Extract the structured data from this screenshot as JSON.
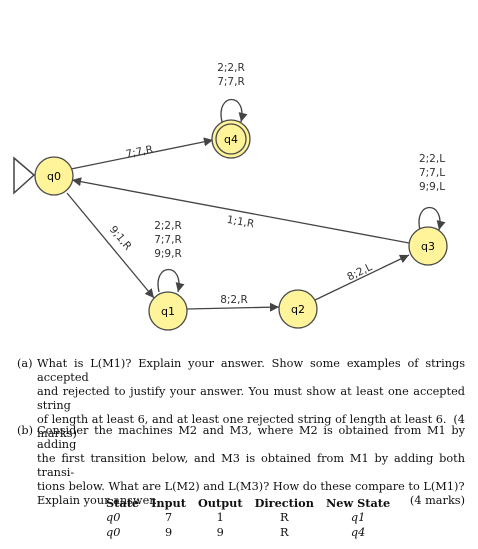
{
  "states": {
    "q0": "q0",
    "q1": "q1",
    "q2": "q2",
    "q3": "q3",
    "q4": "q4"
  },
  "edges": {
    "q0_q4": "7;7,R",
    "q4_loop": [
      "2;2,R",
      "7;7,R"
    ],
    "q0_q1": "9;1,R",
    "q1_loop": [
      "2;2,R",
      "7;7,R",
      "9;9,R"
    ],
    "q1_q2": "8;2,R",
    "q2_q3": "8;2,L",
    "q3_q0": "1;1,R",
    "q3_loop": [
      "2;2,L",
      "7;7,L",
      "9;9,L"
    ]
  },
  "colors": {
    "state_fill": "#fff49a",
    "state_stroke": "#4a4a4a",
    "edge": "#444444"
  },
  "questions": {
    "a_tag": "(a)",
    "a_lines": [
      "What is L(M1)? Explain your answer. Show some examples of strings accepted",
      "and rejected to justify your answer. You must show at least one accepted string",
      "of length at least 6, and at least one rejected string of length at least 6.",
      "marks)"
    ],
    "a_marks": "(4",
    "b_tag": "(b)",
    "b_lines": [
      "Consider the machines M2 and M3, where M2 is obtained from M1 by adding",
      "the first transition below, and M3 is obtained from M1 by adding both transi-",
      "tions below. What are L(M2) and L(M3)? How do these compare to L(M1)?",
      "Explain your answer."
    ],
    "b_marks": "(4 marks)"
  },
  "table": {
    "headers": [
      "State",
      "Input",
      "Output",
      "Direction",
      "New State"
    ],
    "rows": [
      [
        "q0",
        "7",
        "1",
        "R",
        "q1"
      ],
      [
        "q0",
        "9",
        "9",
        "R",
        "q4"
      ]
    ]
  }
}
